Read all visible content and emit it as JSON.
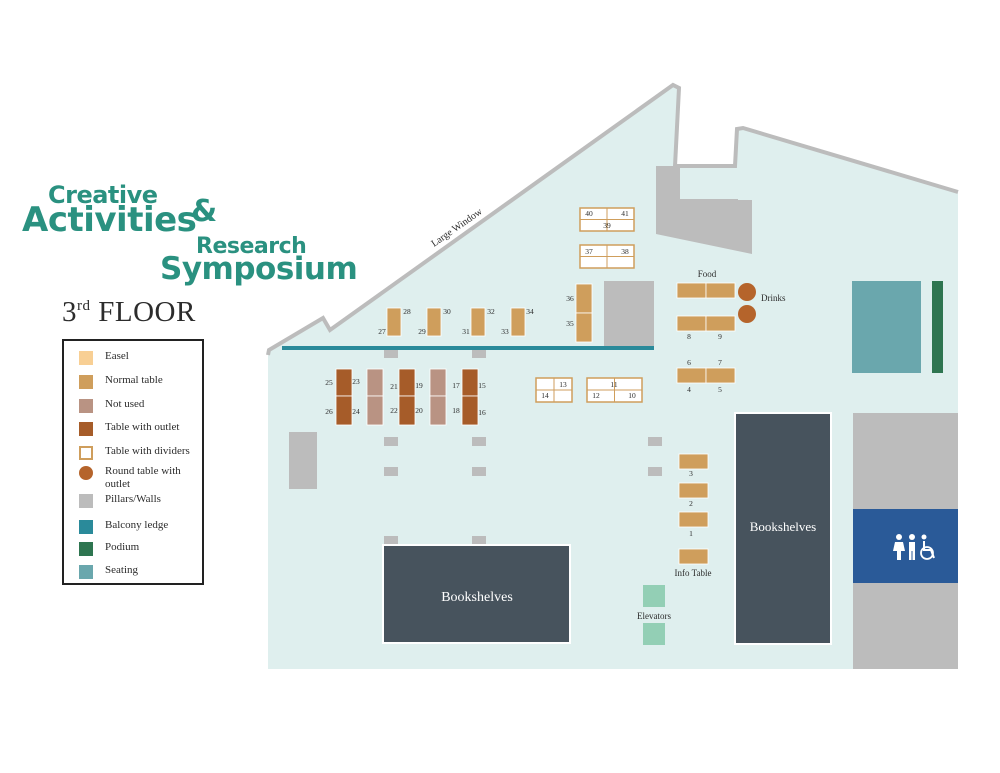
{
  "title": {
    "line1": "Creative",
    "line2": "Activities",
    "amp": "&",
    "line3": "Research",
    "line4": "Symposium"
  },
  "floor": {
    "number": "3",
    "suffix": "rd",
    "word": "FLOOR"
  },
  "legend": [
    {
      "label": "Easel",
      "color": "#f8cf94",
      "shape": "square"
    },
    {
      "label": "Normal table",
      "color": "#cf9e5c",
      "shape": "square"
    },
    {
      "label": "Not used",
      "color": "#b99383",
      "shape": "square"
    },
    {
      "label": "Table with outlet",
      "color": "#a65c29",
      "shape": "square"
    },
    {
      "label": "Table with dividers",
      "color": "#ffffff",
      "border": "#cf9e5c",
      "shape": "outline"
    },
    {
      "label": "Round table with outlet",
      "color": "#b5642b",
      "shape": "circle"
    },
    {
      "label": "Pillars/Walls",
      "color": "#bcbcbc",
      "shape": "square"
    },
    {
      "label": "Balcony ledge",
      "color": "#2a8a9a",
      "shape": "square"
    },
    {
      "label": "Podium",
      "color": "#2e7550",
      "shape": "square"
    },
    {
      "label": "Seating",
      "color": "#6aa7ad",
      "shape": "square"
    }
  ],
  "map": {
    "colors": {
      "floor": "#dfefee",
      "wall": "#bcbcbc",
      "bookshelves": "#47535d",
      "seating": "#6aa7ad",
      "podium": "#2e7550",
      "restroom": "#2a5a98",
      "elevator": "#93cfb5",
      "ledge": "#2a8a9a",
      "normal": "#cf9e5c",
      "not_used": "#b99383",
      "outlet": "#a65c29",
      "round": "#b5642b"
    },
    "labels": {
      "window": "Large Window",
      "food": "Food",
      "drinks": "Drinks",
      "info": "Info Table",
      "elevators": "Elevators",
      "bookshelves": "Bookshelves"
    },
    "restroom_icon": "restroom-accessible-icon",
    "table_numbers": [
      "1",
      "2",
      "3",
      "4",
      "5",
      "6",
      "7",
      "8",
      "9",
      "10",
      "11",
      "12",
      "13",
      "14",
      "15",
      "16",
      "17",
      "18",
      "19",
      "20",
      "21",
      "22",
      "23",
      "24",
      "25",
      "26",
      "27",
      "28",
      "29",
      "30",
      "31",
      "32",
      "33",
      "34",
      "35",
      "36",
      "37",
      "38",
      "39",
      "40",
      "41"
    ]
  }
}
